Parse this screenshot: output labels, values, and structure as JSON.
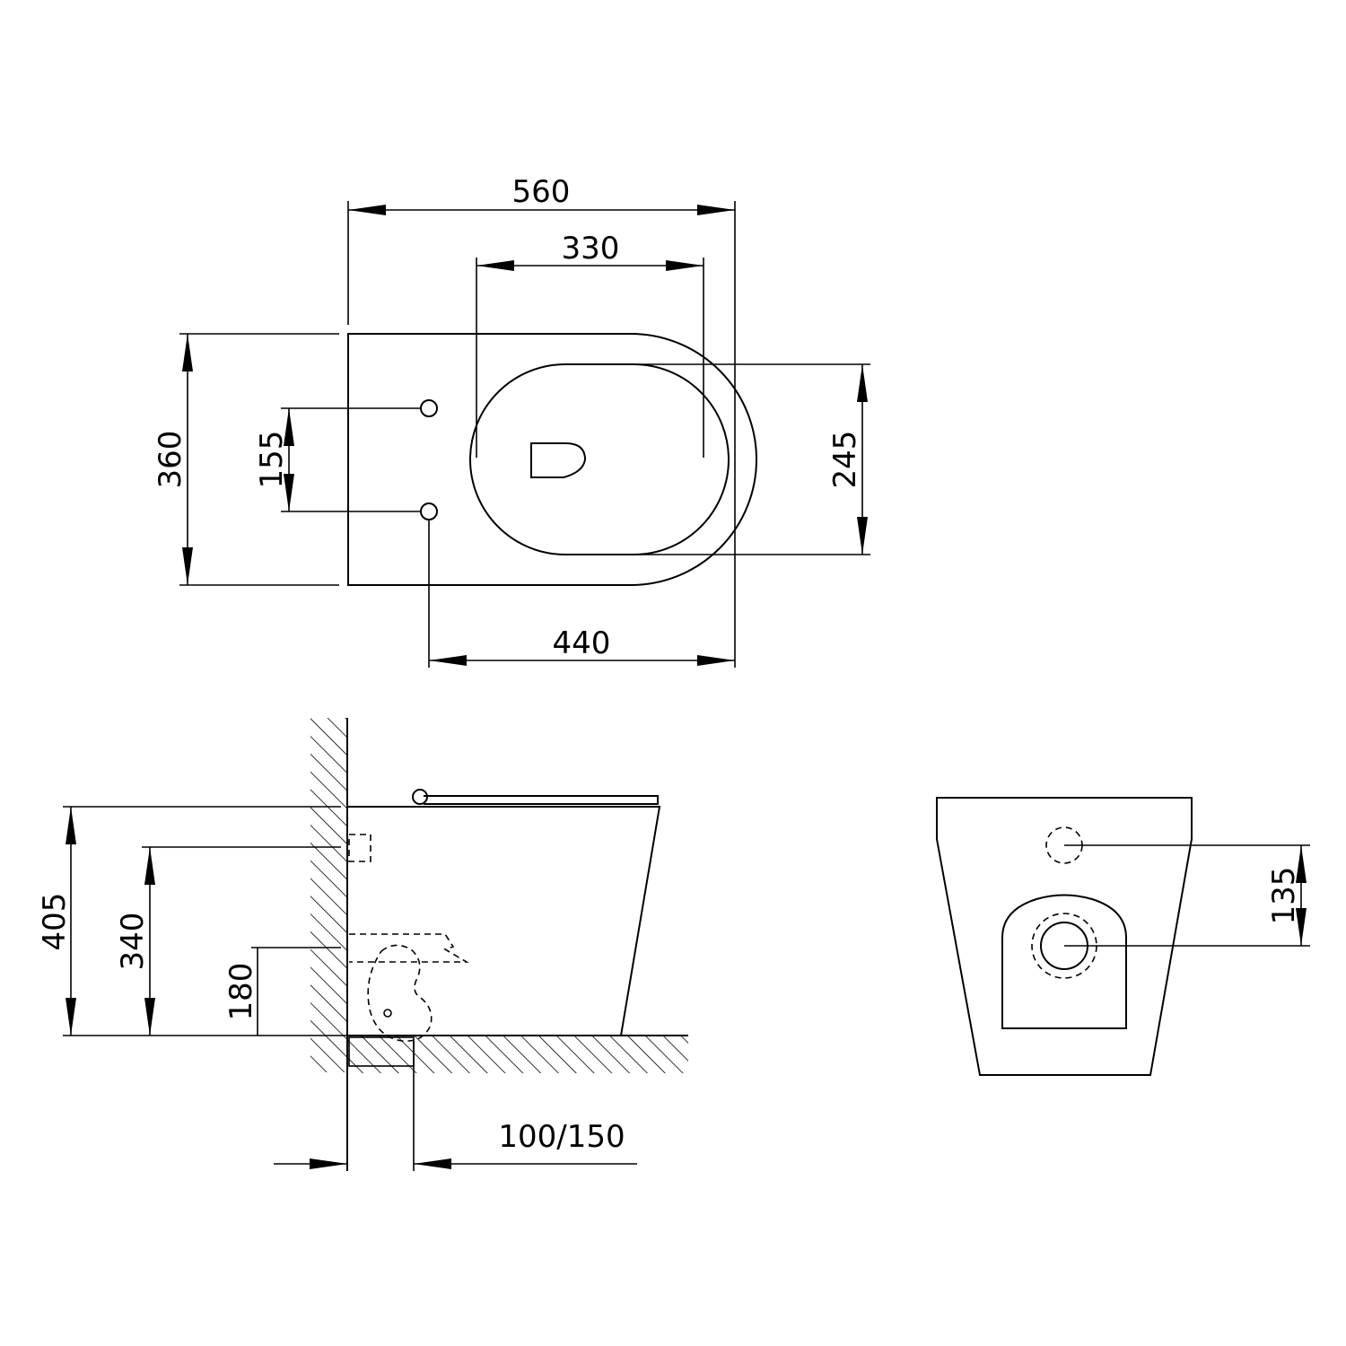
{
  "colors": {
    "line": "#000000",
    "background": "#ffffff"
  },
  "top_view": {
    "overall_width": "560",
    "bowl_opening_width": "330",
    "overall_depth": "360",
    "fixing_hole_spacing": "155",
    "bowl_opening_depth": "245",
    "fixing_to_front": "440"
  },
  "side_view": {
    "height_to_seat": "405",
    "inlet_height": "340",
    "outlet_height": "180",
    "outlet_from_wall": "100/150"
  },
  "rear_view": {
    "inlet_to_outlet": "135"
  }
}
